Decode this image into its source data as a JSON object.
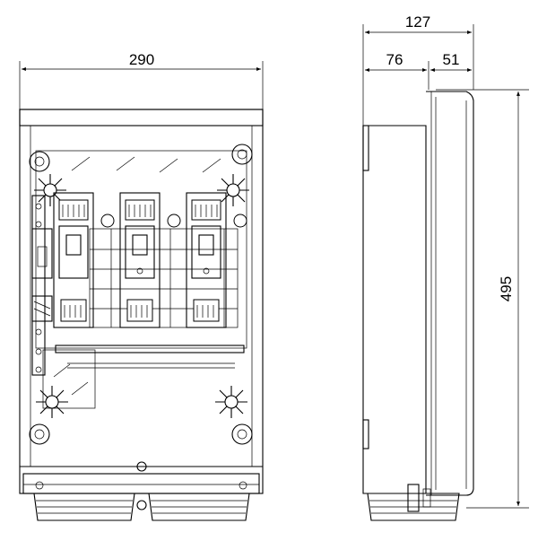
{
  "dimensions": {
    "front_width": "290",
    "side_total_depth": "127",
    "side_body_depth": "76",
    "side_lid_depth": "51",
    "height": "495"
  }
}
